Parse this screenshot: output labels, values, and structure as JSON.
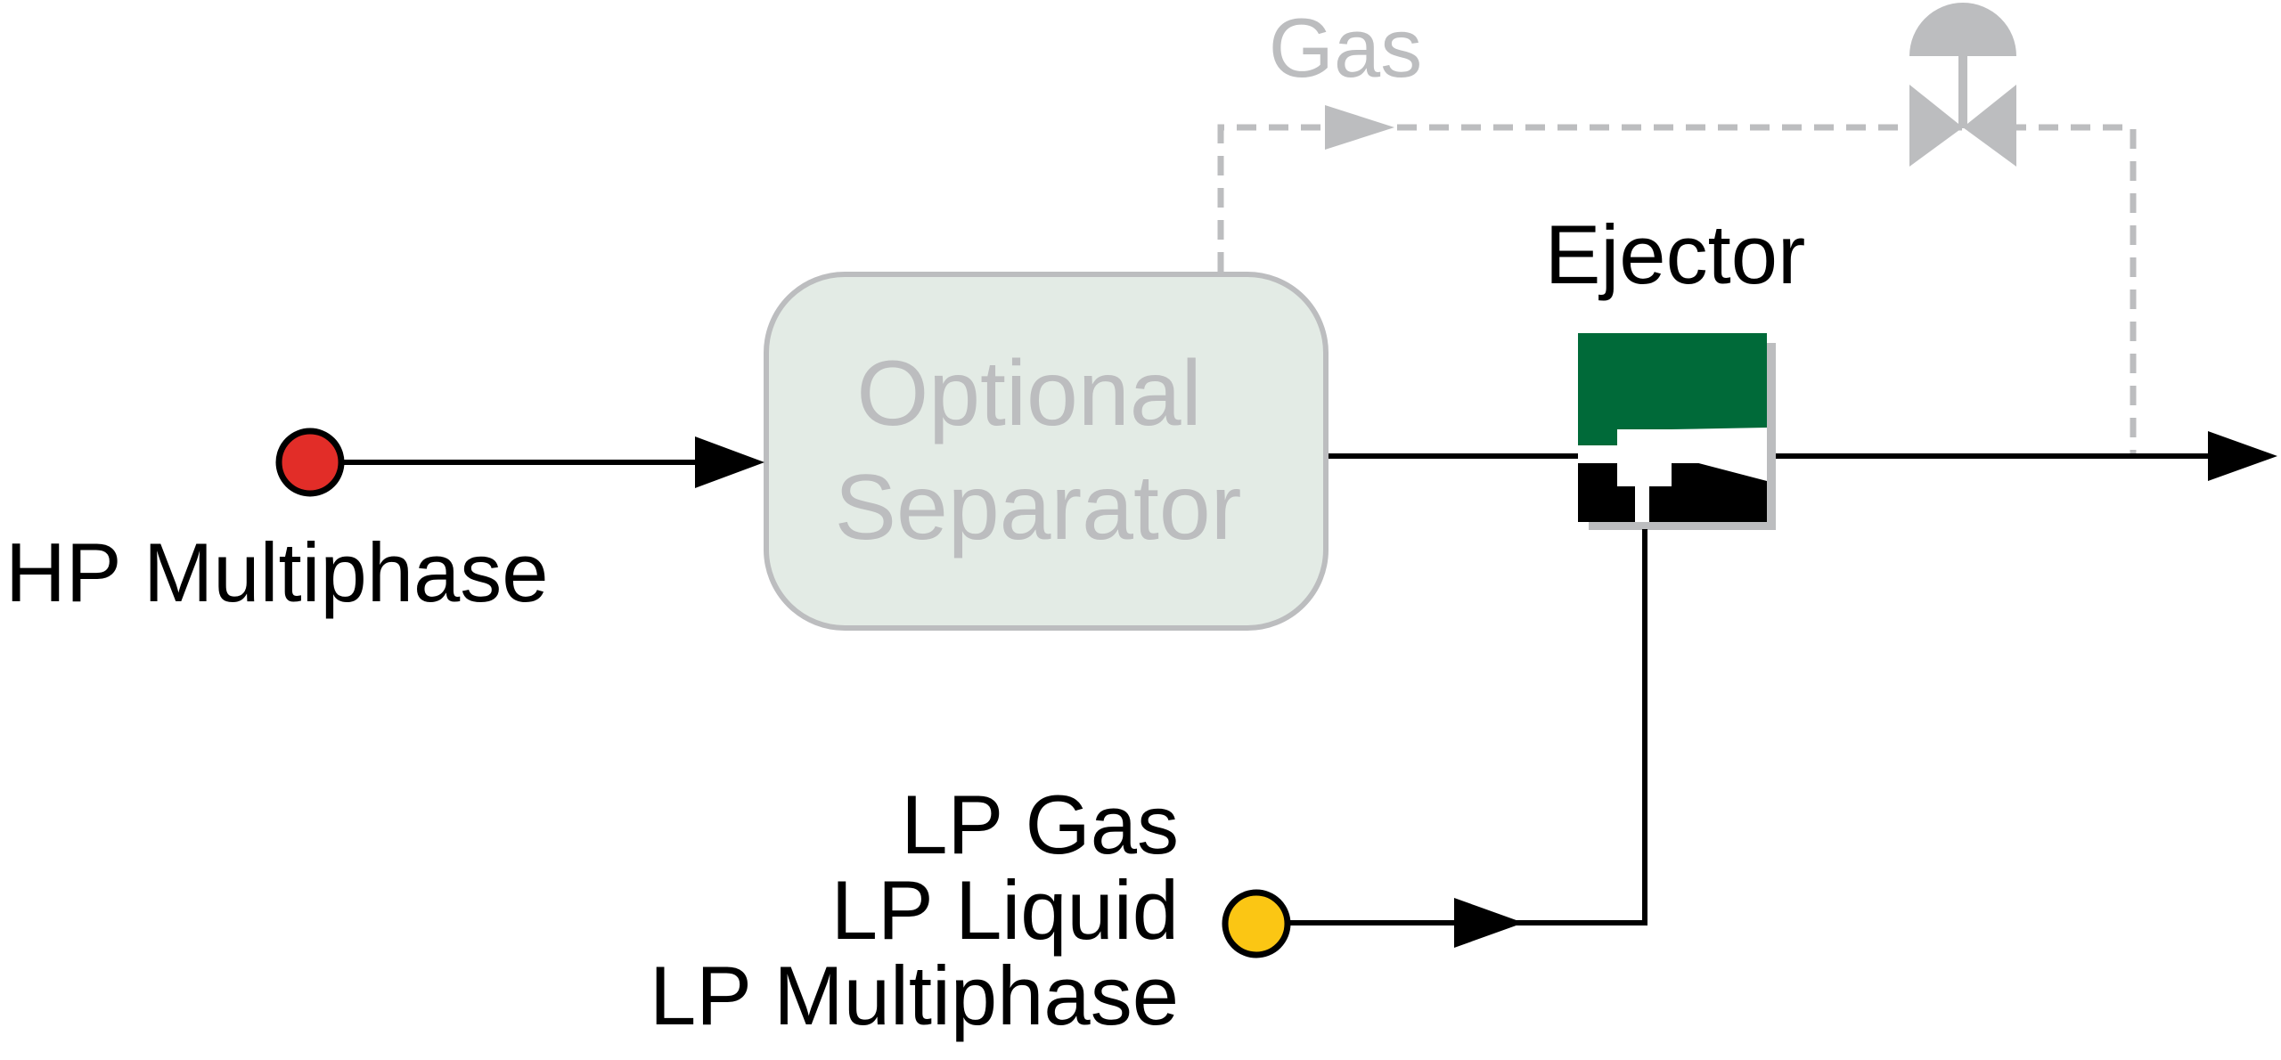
{
  "labels": {
    "gas": "Gas",
    "ejector": "Ejector",
    "separator_line1": "Optional",
    "separator_line2": "Separator",
    "hp_source": "HP Multiphase",
    "lp_line1": "LP Gas",
    "lp_line2": "LP Liquid",
    "lp_line3": "LP Multiphase"
  },
  "colors": {
    "main_line": "#000000",
    "optional_path": "#bcbdbf",
    "separator_fill": "#e3ebe5",
    "separator_stroke": "#bcbdbf",
    "separator_text": "#bcbdbf",
    "hp_node": "#e22d28",
    "lp_node": "#fbc614",
    "ejector_top": "#006a39",
    "ejector_bottom": "#000000",
    "ejector_shadow": "#bcbdbf"
  },
  "icons": {
    "hp_node": "red-circle-node",
    "lp_node": "yellow-circle-node",
    "ejector": "ejector-icon",
    "valve": "control-valve-icon"
  }
}
